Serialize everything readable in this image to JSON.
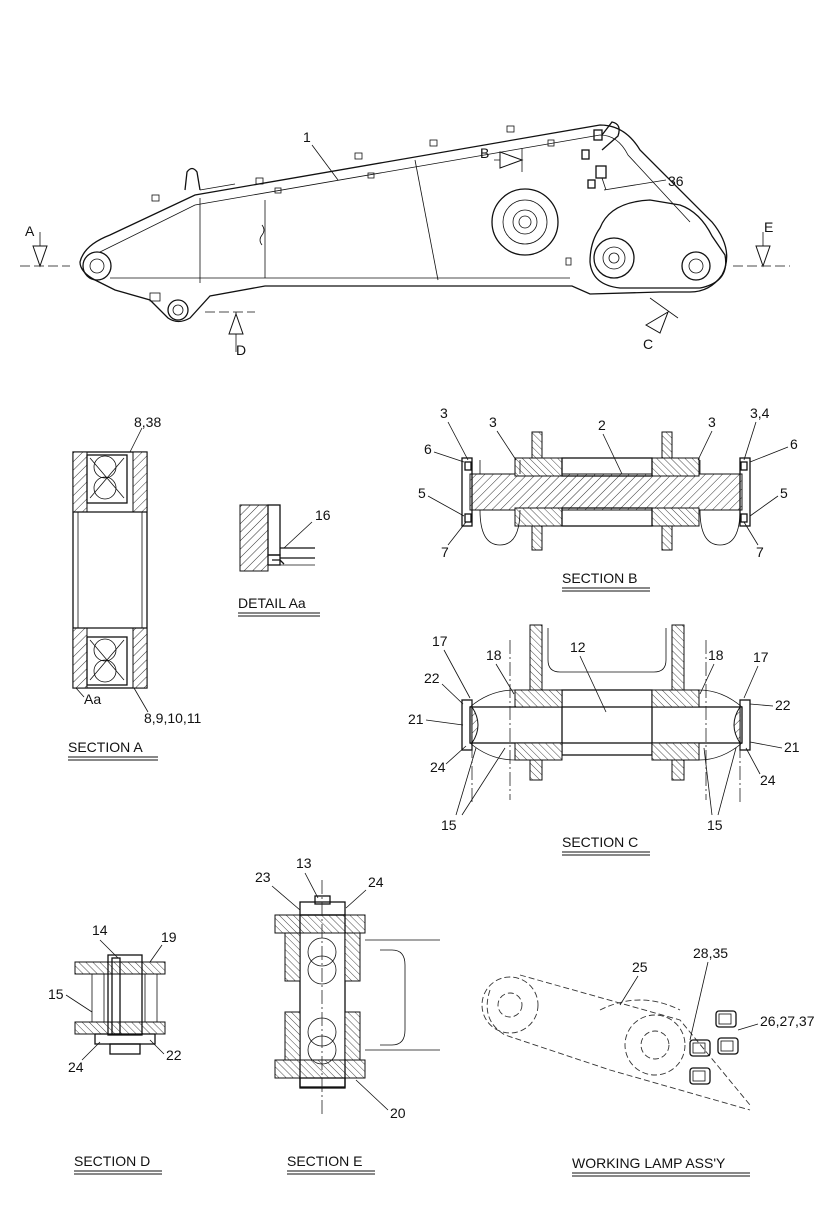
{
  "top_view": {
    "part_1": "1",
    "part_36": "36",
    "view_a": "A",
    "view_b": "B",
    "view_c": "C",
    "view_d": "D",
    "view_e": "E"
  },
  "section_a": {
    "title": "SECTION A",
    "callout_top": "8,38",
    "callout_bottom": "8,9,10,11",
    "callout_detail": "Aa"
  },
  "detail_aa": {
    "title": "DETAIL Aa",
    "callout": "16"
  },
  "section_b": {
    "title": "SECTION B",
    "c2": "2",
    "c3a": "3",
    "c3b": "3",
    "c3c": "3",
    "c34": "3,4",
    "c6l": "6",
    "c6r": "6",
    "c5l": "5",
    "c5r": "5",
    "c7l": "7",
    "c7r": "7"
  },
  "section_c": {
    "title": "SECTION C",
    "c12": "12",
    "c17l": "17",
    "c17r": "17",
    "c18l": "18",
    "c18r": "18",
    "c22l": "22",
    "c22r": "22",
    "c21l": "21",
    "c21r": "21",
    "c24l": "24",
    "c24r": "24",
    "c15l": "15",
    "c15r": "15"
  },
  "section_d": {
    "title": "SECTION D",
    "c14": "14",
    "c19": "19",
    "c15": "15",
    "c24": "24",
    "c22": "22"
  },
  "section_e": {
    "title": "SECTION E",
    "c13": "13",
    "c23": "23",
    "c24": "24",
    "c20": "20"
  },
  "lamp": {
    "title": "WORKING LAMP ASS'Y",
    "c25": "25",
    "c2835": "28,35",
    "c262737": "26,27,37"
  }
}
